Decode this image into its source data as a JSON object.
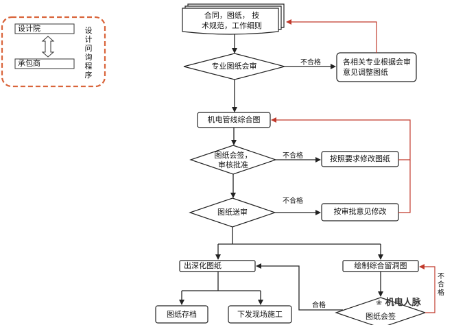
{
  "legend": {
    "box1": "设计院",
    "box2": "承包商",
    "side_text": "设计问询程序"
  },
  "nodes": {
    "docs_line1": "合同，图纸，  技",
    "docs_line2": "术规范，工作细则",
    "review": "专业图纸会审",
    "adjust_line1": "各相关专业根据会审",
    "adjust_line2": "意见调整图纸",
    "mep": "机电管线综合图",
    "sign_line1": "图纸会签，",
    "sign_line2": "审核批准",
    "modify": "按照要求修改图纸",
    "submit": "图纸送审",
    "approve_modify": "按审批意见修改",
    "deepen": "出深化图纸",
    "holes": "绘制综合留洞图",
    "archive": "图纸存档",
    "construct": "下发现场施工",
    "bottom_diamond": "图纸会签"
  },
  "edge_labels": {
    "fail1": "不合格",
    "fail2": "不合格",
    "fail3": "不合格",
    "fail4": "不合格",
    "pass": "合格"
  },
  "watermark": "机电人脉",
  "colors": {
    "legend_border": "#d9643a",
    "feedback_arrow": "#c0392b",
    "main_arrow": "#222222"
  }
}
